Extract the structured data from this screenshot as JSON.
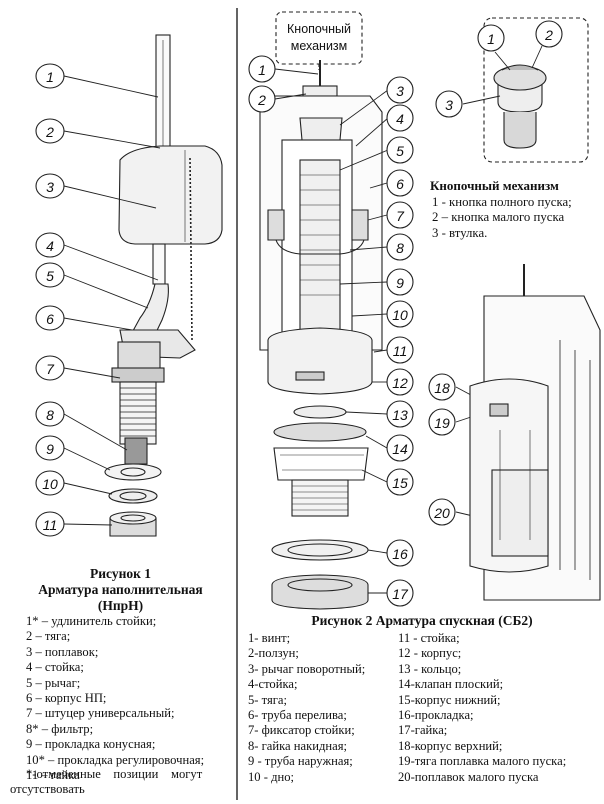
{
  "figure1": {
    "caption_lines": [
      "Рисунок 1",
      "Арматура наполнительная",
      "(НпрН)"
    ],
    "callouts": [
      "1",
      "2",
      "3",
      "4",
      "5",
      "6",
      "7",
      "8",
      "9",
      "10",
      "11"
    ],
    "legend": [
      "1* – удлинитель стойки;",
      "2 – тяга;",
      "3 – поплавок;",
      "4 – стойка;",
      "5 – рычаг;",
      "6 – корпус НП;",
      "7 – штуцер универсальный;",
      "8* – фильтр;",
      "9 – прокладка конусная;",
      "10* – прокладка регулировочная;",
      "11 – гайка"
    ],
    "note_line1": "*-отмеченные    позиции    могут",
    "note_line2": "отсутствовать"
  },
  "figure2": {
    "caption": "Рисунок 2 Арматура спускная (СБ2)",
    "callouts": [
      "1",
      "2",
      "3",
      "4",
      "5",
      "6",
      "7",
      "8",
      "9",
      "10",
      "11",
      "12",
      "13",
      "14",
      "15",
      "16",
      "17",
      "18",
      "19",
      "20"
    ],
    "legend_left": [
      "1- винт;",
      "2-ползун;",
      "3- рычаг поворотный;",
      "4-стойка;",
      "5- тяга;",
      "6- труба перелива;",
      "7- фиксатор стойки;",
      "8- гайка накидная;",
      "9 - труба наружная;",
      "10 - дно;"
    ],
    "legend_right": [
      "11 - стойка;",
      "12 - корпус;",
      "13 - кольцо;",
      "14-клапан плоский;",
      "15-корпус нижний;",
      "16-прокладка;",
      "17-гайка;",
      "18-корпус верхний;",
      "19-тяга поплавка малого пуска;",
      "20-поплавок малого пуска"
    ]
  },
  "button_mechanism": {
    "box_label_line1": "Кнопочный",
    "box_label_line2": "механизм",
    "callouts": [
      "1",
      "2",
      "3"
    ],
    "title": "Кнопочный механизм",
    "legend": [
      "1 - кнопка полного пуска;",
      "2 – кнопка малого пуска",
      "3 - втулка."
    ]
  }
}
